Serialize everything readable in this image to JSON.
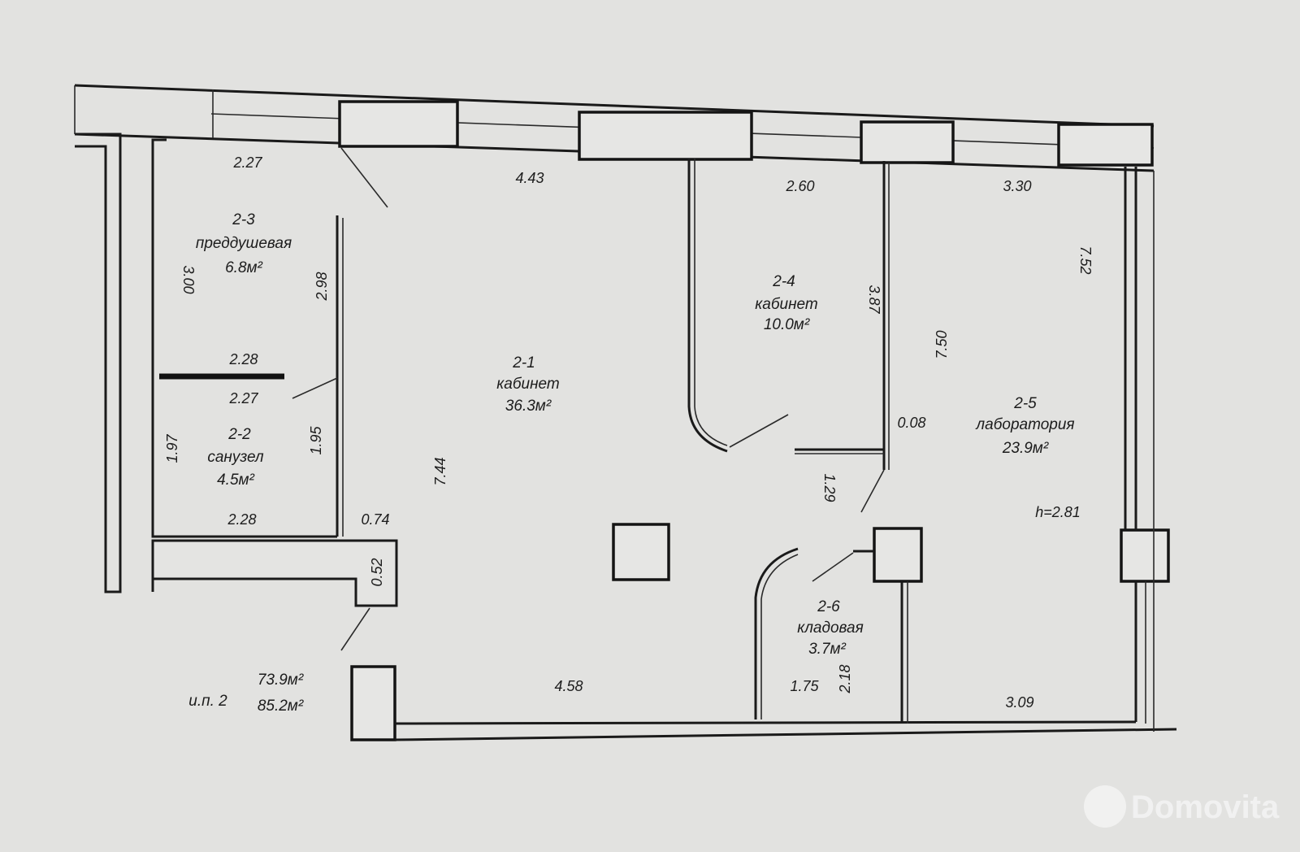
{
  "rooms": [
    {
      "id": "2-1",
      "name": "кабинет",
      "area": "36.3м²"
    },
    {
      "id": "2-2",
      "name": "санузел",
      "area": "4.5м²"
    },
    {
      "id": "2-3",
      "name": "преддушевая",
      "area": "6.8м²"
    },
    {
      "id": "2-4",
      "name": "кабинет",
      "area": "10.0м²"
    },
    {
      "id": "2-5",
      "name": "лаборатория",
      "area": "23.9м²"
    },
    {
      "id": "2-6",
      "name": "кладовая",
      "area": "3.7м²"
    }
  ],
  "dimensions": {
    "d_2_27_top": "2.27",
    "d_4_43": "4.43",
    "d_2_60": "2.60",
    "d_3_30": "3.30",
    "d_3_00": "3.00",
    "d_2_98": "2.98",
    "d_2_28_mid": "2.28",
    "d_2_27_mid": "2.27",
    "d_1_97": "1.97",
    "d_1_95": "1.95",
    "d_2_28_bot": "2.28",
    "d_0_74": "0.74",
    "d_0_52": "0.52",
    "d_7_44": "7.44",
    "d_3_87": "3.87",
    "d_7_50": "7.50",
    "d_7_52": "7.52",
    "d_0_08": "0.08",
    "d_1_29": "1.29",
    "d_4_58": "4.58",
    "d_1_75": "1.75",
    "d_2_18": "2.18",
    "d_3_09": "3.09",
    "height": "h=2.81"
  },
  "summary": {
    "label": "и.п. 2",
    "area_main": "73.9м²",
    "area_total": "85.2м²"
  },
  "watermark": "Domovita"
}
